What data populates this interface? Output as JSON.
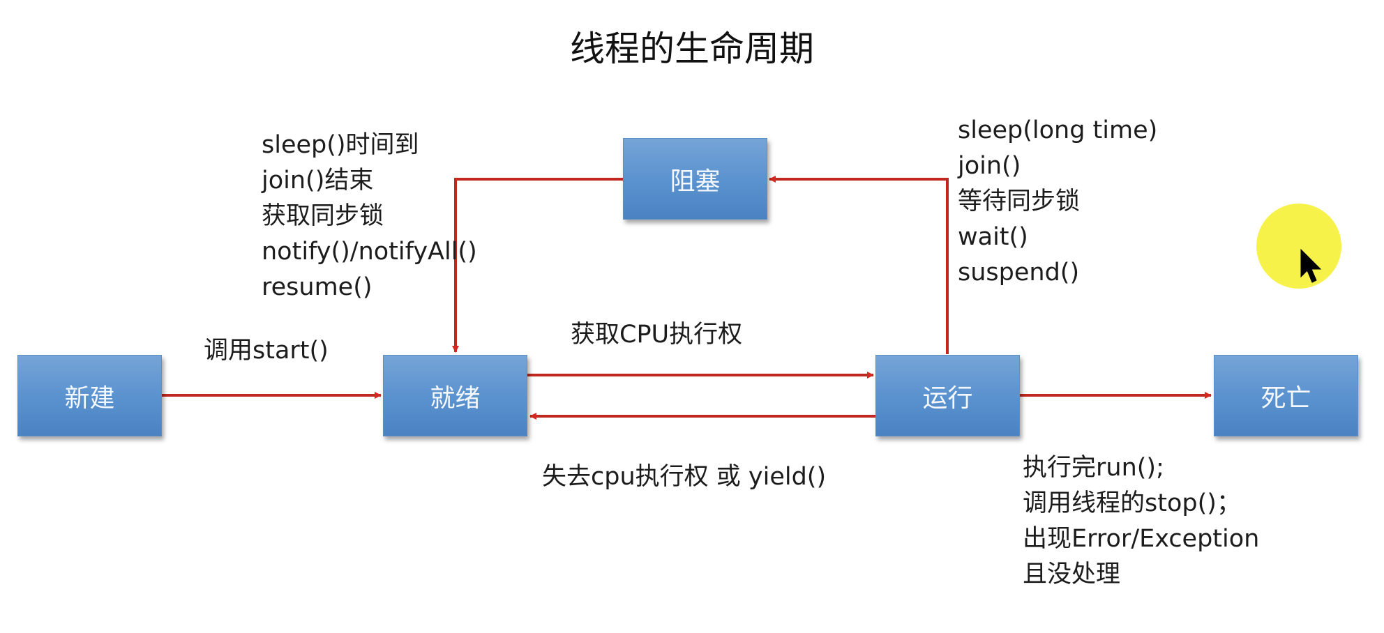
{
  "title": "线程的生命周期",
  "states": {
    "new": "新建",
    "blocked": "阻塞",
    "runnable": "就绪",
    "running": "运行",
    "dead": "死亡"
  },
  "transitions": {
    "start": "调用start()",
    "get_cpu": "获取CPU执行权",
    "lose_cpu": "失去cpu执行权 或 yield()",
    "to_blocked": [
      "sleep(long time)",
      "join()",
      "等待同步锁",
      "wait()",
      "suspend()"
    ],
    "from_blocked": [
      "sleep()时间到",
      "join()结束",
      "获取同步锁",
      "notify()/notifyAll()",
      "resume()"
    ],
    "to_dead": [
      "执行完run();",
      "调用线程的stop()；",
      "出现Error/Exception",
      "且没处理"
    ]
  },
  "colors": {
    "box_fill": "#5b93d0",
    "arrow": "#c8261f",
    "cursor_halo": "#f7f24a"
  },
  "icons": {
    "cursor": "mouse-pointer-icon"
  }
}
